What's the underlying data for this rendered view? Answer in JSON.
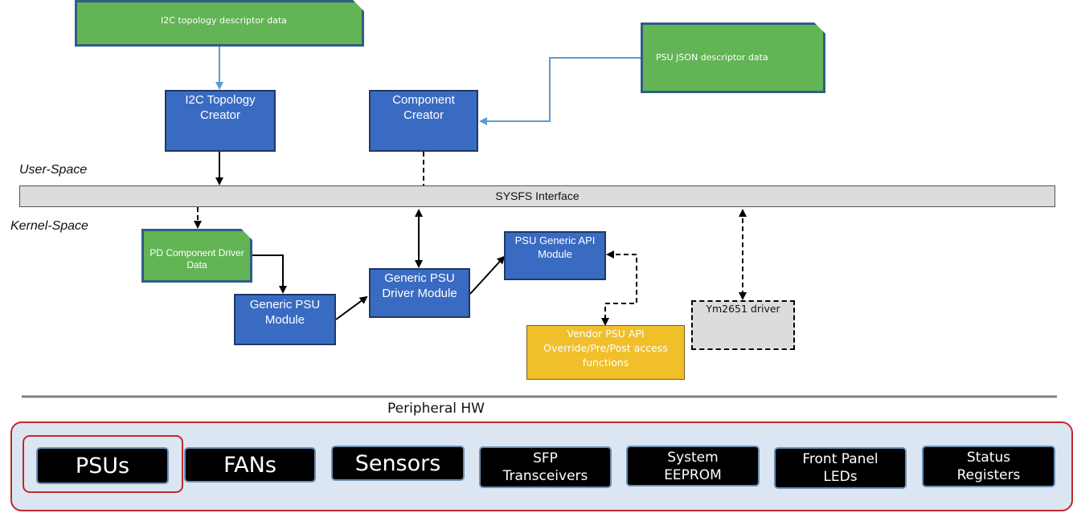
{
  "docs": {
    "i2c_descriptor": "I2C topology descriptor data",
    "psu_json_descriptor": "PSU JSON descriptor data",
    "pd_component": "PD Component Driver Data"
  },
  "blocks": {
    "i2c_creator": "I2C Topology Creator",
    "component_creator": "Component Creator",
    "generic_psu_module": "Generic PSU Module",
    "generic_psu_driver": "Generic PSU Driver Module",
    "psu_generic_api": "PSU Generic API Module",
    "vendor_psu_api": "Vendor PSU API Override/Pre/Post access functions",
    "ym2651": "Ym2651 driver"
  },
  "layers": {
    "user_space": "User-Space",
    "kernel_space": "Kernel-Space",
    "sysfs": "SYSFS Interface"
  },
  "peripheral": {
    "title": "Peripheral HW",
    "items": [
      "PSUs",
      "FANs",
      "Sensors",
      "SFP Transceivers",
      "System EEPROM",
      "Front Panel LEDs",
      "Status Registers"
    ]
  },
  "colors": {
    "doc_green": "#62b454",
    "block_blue": "#3a6bc2",
    "vendor_yellow": "#f0bf2a",
    "driver_gray": "#dcdcdc",
    "highlight_red": "#c0282d"
  }
}
